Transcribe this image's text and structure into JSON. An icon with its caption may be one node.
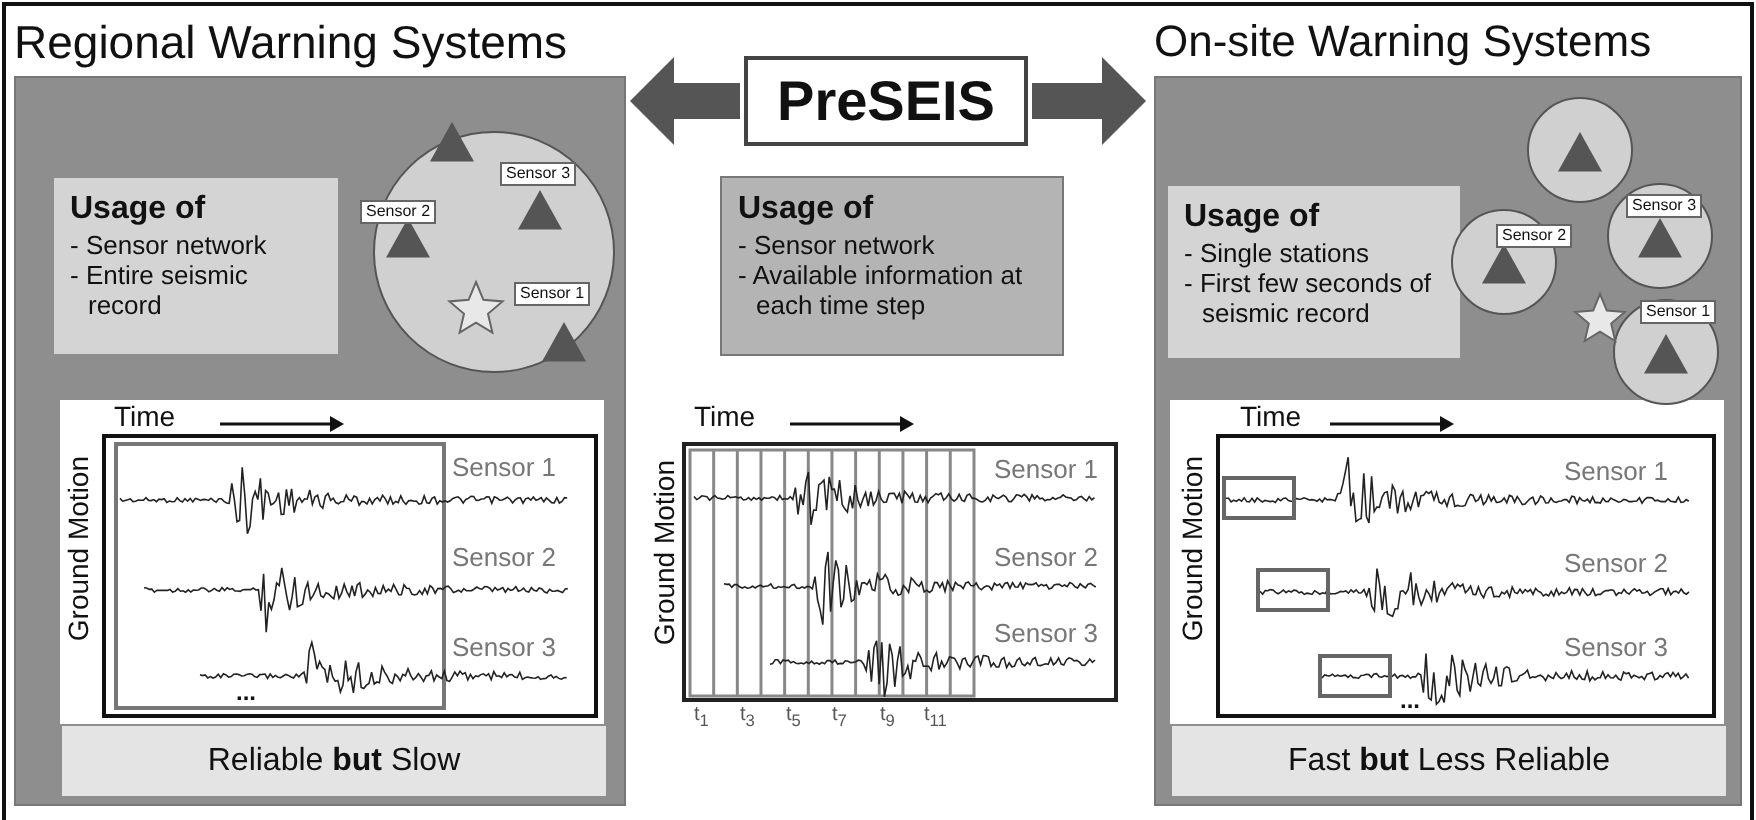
{
  "diagram": {
    "nodes": [
      {
        "text": [
          "Regional Warning Systems"
        ]
      },
      {
        "text": [
          "Usage of",
          "- Sensor network",
          "- Entire seismic record"
        ],
        "in": 0
      },
      {
        "text": [
          "Reliable **but** Slow"
        ],
        "in": 0
      },
      {
        "text": [
          "PreSEIS"
        ]
      },
      {
        "text": [
          "Usage of",
          "- Sensor network",
          "- Available information at each time step"
        ]
      },
      {
        "text": [
          "On-site Warning Systems"
        ]
      },
      {
        "text": [
          "Usage of",
          "- Single stations",
          "- First few seconds of seismic record"
        ],
        "in": 5
      },
      {
        "text": [
          "Fast **but** Less Reliable"
        ],
        "in": 5
      }
    ],
    "edges": [
      {
        "from": 3,
        "to": 0,
        "arrow": "to"
      },
      {
        "from": 3,
        "to": 5,
        "arrow": "to"
      }
    ],
    "labels": [
      "Sensor 3",
      "Sensor 2",
      "Sensor 1",
      "Time",
      "Ground Motion",
      "Sensor 1",
      "Sensor 2",
      "Sensor 3",
      "...",
      "Time",
      "Ground Motion",
      "Sensor 1",
      "Sensor 2",
      "Sensor 3",
      "t$_{1}$",
      "t$_{3}$",
      "t$_{5}$",
      "t$_{7}$",
      "t$_{9}$",
      "t$_{11}$",
      "Sensor 3",
      "Sensor 2",
      "Sensor 1",
      "Time",
      "Ground Motion",
      "Sensor 1",
      "Sensor 2",
      "Sensor 3",
      "..."
    ]
  }
}
